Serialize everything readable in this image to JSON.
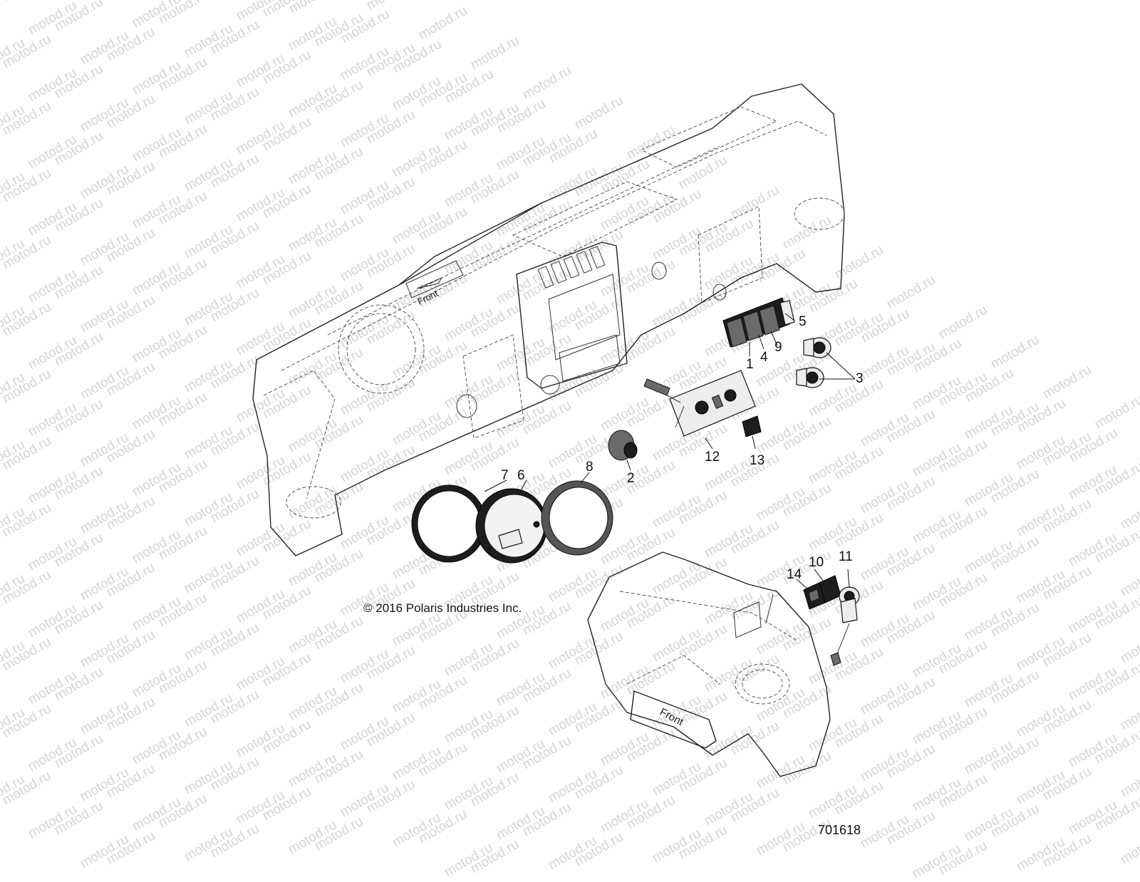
{
  "watermark": {
    "text": "motod.ru"
  },
  "diagram": {
    "copyright": "© 2016 Polaris Industries Inc.",
    "id": "701618",
    "front_label": "Front",
    "callouts": [
      "1",
      "2",
      "3",
      "4",
      "5",
      "6",
      "7",
      "8",
      "9",
      "10",
      "11",
      "12",
      "13",
      "14"
    ]
  }
}
